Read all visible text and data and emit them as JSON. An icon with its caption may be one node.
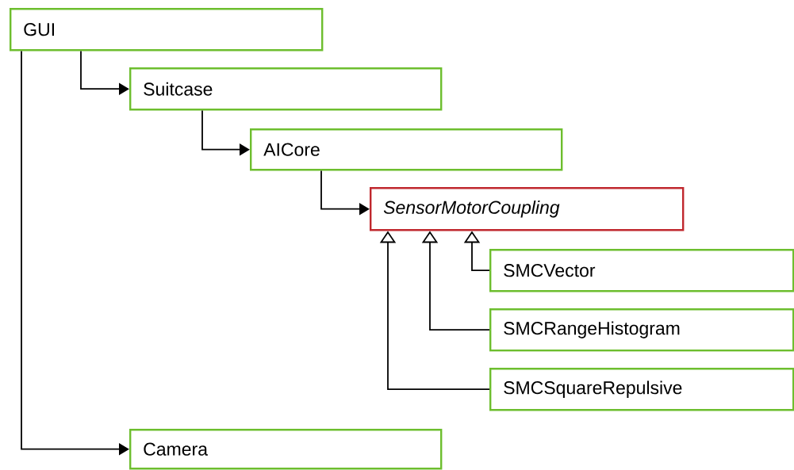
{
  "diagram": {
    "nodes": [
      {
        "text": [
          "GUI"
        ]
      },
      {
        "text": [
          "Suitcase"
        ]
      },
      {
        "text": [
          "AICore"
        ]
      },
      {
        "text": [
          "SensorMotorCoupling"
        ]
      },
      {
        "text": [
          "SMCVector"
        ]
      },
      {
        "text": [
          "SMCRangeHistogram"
        ]
      },
      {
        "text": [
          "SMCSquareRepulsive"
        ]
      },
      {
        "text": [
          "Camera"
        ]
      }
    ],
    "edges": [
      {
        "from": 0,
        "to": 1,
        "arrow": "to"
      },
      {
        "from": 1,
        "to": 2,
        "arrow": "to"
      },
      {
        "from": 2,
        "to": 3,
        "arrow": "to"
      },
      {
        "from": 4,
        "to": 3,
        "arrow": "to"
      },
      {
        "from": 5,
        "to": 3,
        "arrow": "to"
      },
      {
        "from": 6,
        "to": 3,
        "arrow": "to"
      },
      {
        "from": 0,
        "to": 7,
        "arrow": "to"
      }
    ]
  }
}
